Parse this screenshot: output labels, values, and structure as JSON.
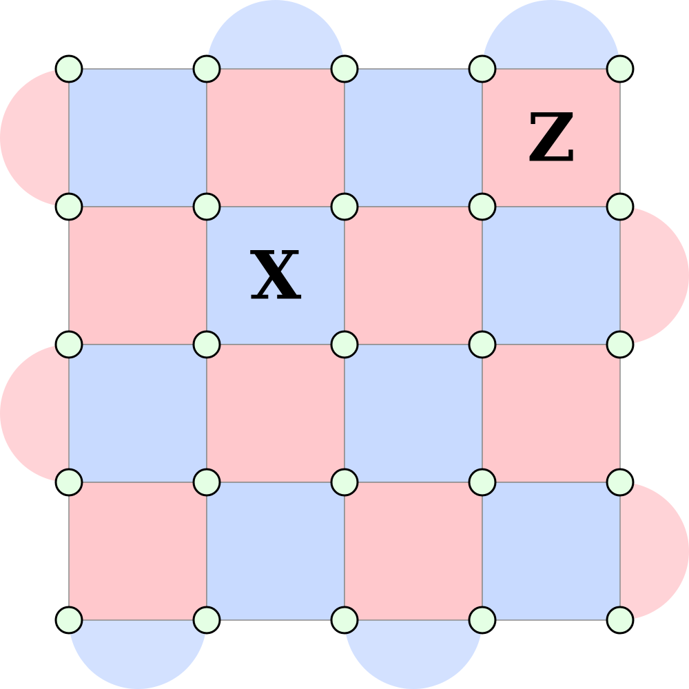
{
  "lattice": {
    "rows": 4,
    "cols": 4,
    "plaquettes": [
      [
        "blue",
        "red",
        "blue",
        "red"
      ],
      [
        "red",
        "blue",
        "red",
        "blue"
      ],
      [
        "blue",
        "red",
        "blue",
        "red"
      ],
      [
        "red",
        "blue",
        "red",
        "blue"
      ]
    ],
    "boundary_stabilizers": [
      {
        "side": "top",
        "index": 1,
        "type": "blue"
      },
      {
        "side": "top",
        "index": 3,
        "type": "blue"
      },
      {
        "side": "bottom",
        "index": 0,
        "type": "blue"
      },
      {
        "side": "bottom",
        "index": 2,
        "type": "blue"
      },
      {
        "side": "left",
        "index": 0,
        "type": "red"
      },
      {
        "side": "left",
        "index": 2,
        "type": "red"
      },
      {
        "side": "right",
        "index": 1,
        "type": "red"
      },
      {
        "side": "right",
        "index": 3,
        "type": "red"
      }
    ]
  },
  "labels": [
    {
      "text": "X",
      "row": 1,
      "col": 1
    },
    {
      "text": "Z",
      "row": 0,
      "col": 3
    }
  ],
  "colors": {
    "blue_plaquette": "#c8daff",
    "red_plaquette": "#ffc8cc",
    "blue_boundary": "#d3e1ff",
    "red_boundary": "#ffd3d7",
    "qubit_fill": "#e4ffe4"
  }
}
